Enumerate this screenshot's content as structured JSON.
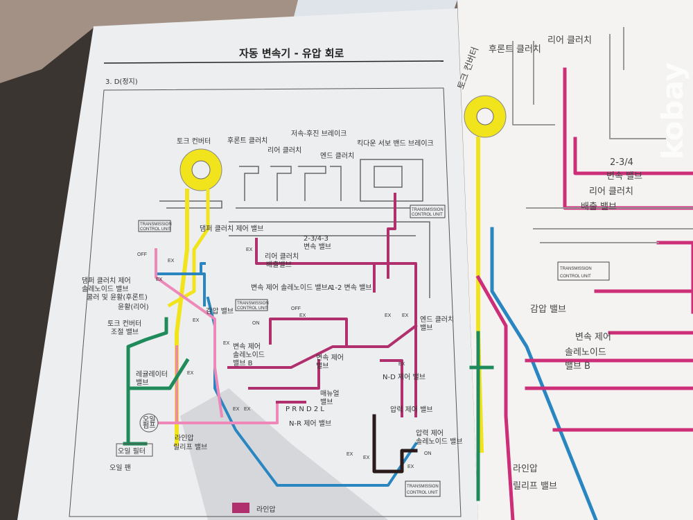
{
  "page": {
    "header_title": "자동 변속기 - 유압 회로",
    "section": "3. D(정지)"
  },
  "diagram": {
    "top_labels": {
      "torque_converter": "토크 컨버터",
      "front_clutch": "후론트 클러치",
      "rear_clutch": "리어 클러치",
      "low_reverse_brake": "저속-후진 브레이크",
      "end_clutch": "엔드 클러치",
      "kickdown_servo": "킥다운 서보 밴드 브레이크"
    },
    "tcu_label_1": "TRANSMISSION",
    "tcu_label_2": "CONTROL UNIT",
    "valves": {
      "damper_clutch_control_valve": "댐퍼 클러치 제어 밸브",
      "damper_solenoid_1": "댐퍼 클러치 제어",
      "damper_solenoid_2": "솔레노이드 밸브",
      "cooler_front": "쿨러 및 윤활(후론트)",
      "lube_rear": "윤활(리어)",
      "tc_control_1": "토크 컨버터",
      "tc_control_2": "조절 밸브",
      "regulator_1": "레귤레이터",
      "regulator_2": "밸브",
      "oil_pump_1": "오일",
      "oil_pump_2": "펌프",
      "oil_filter": "오일 필터",
      "oil_pan": "오일 팬",
      "relief_1": "라인압",
      "relief_2": "릴리프 밸브",
      "reducing": "감압 밸브",
      "shift_234_1": "2-3/4-3",
      "shift_234_2": "변속 밸브",
      "rear_exhaust_1": "리어 클러치",
      "rear_exhaust_2": "배출밸브",
      "solenoid_a": "변속 제어 솔레노이드 밸브A",
      "shift_12": "1-2 변속 밸브",
      "solenoid_b_1": "변속 제어",
      "solenoid_b_2": "솔레노이드",
      "solenoid_b_3": "밸브 B",
      "shift_control_1": "변속 제어",
      "shift_control_2": "밸브",
      "end_clutch_valve_1": "엔드 클러치",
      "end_clutch_valve_2": "밸브",
      "nd_control": "N-D 제어 밸브",
      "manual_1": "매뉴얼",
      "manual_2": "밸브",
      "prnd": "P R N D 2 L",
      "nr_control": "N-R 제어 밸브",
      "pressure_control": "압력 제어 밸브",
      "pc_solenoid_1": "압력 제어",
      "pc_solenoid_2": "솔레노이드 밸브"
    },
    "states": {
      "off": "OFF",
      "on": "ON",
      "ex": "EX"
    },
    "legend": {
      "line_pressure": "라인압",
      "line_pressure_color": "#b0306e"
    },
    "colors": {
      "converter": "#f2e41c",
      "line": "#b0306e",
      "pump": "#ee88b8",
      "lube": "#1f8a5a",
      "control": "#2a86c0",
      "solenoid": "#2a1a1a"
    }
  },
  "right_page": {
    "front_clutch": "후론트 클러치",
    "rear_clutch": "리어 클러치",
    "torque_converter": "토크 컨버터",
    "shift_234_1": "2-3/4",
    "shift_234_2": "변속 밸브",
    "rear_exhaust_1": "리어 클러치",
    "rear_exhaust_2": "배출 밸브",
    "tcu_1": "TRANSMISSION",
    "tcu_2": "CONTROL UNIT",
    "reducing": "감압 밸브",
    "solenoid_b_1": "변속 제어",
    "solenoid_b_2": "솔레노이드",
    "solenoid_b_3": "밸브 B",
    "relief_1": "라인압",
    "relief_2": "릴리프 밸브",
    "watermark": "kobay"
  }
}
